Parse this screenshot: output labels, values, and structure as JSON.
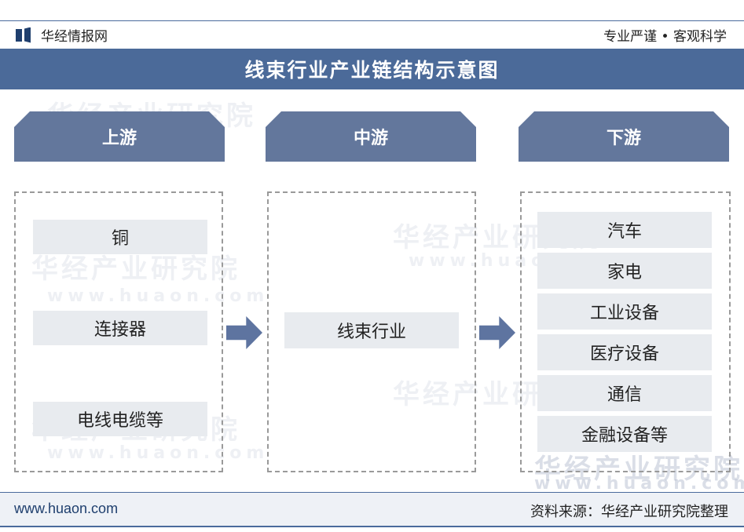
{
  "header": {
    "brand": "华经情报网",
    "slogan": "专业严谨 • 客观科学"
  },
  "title": "线束行业产业链结构示意图",
  "stages": {
    "upstream": {
      "label": "上游",
      "items": [
        "铜",
        "连接器",
        "电线电缆等"
      ]
    },
    "midstream": {
      "label": "中游",
      "items": [
        "线束行业"
      ]
    },
    "downstream": {
      "label": "下游",
      "items": [
        "汽车",
        "家电",
        "工业设备",
        "医疗设备",
        "通信",
        "金融设备等"
      ]
    }
  },
  "watermark": {
    "name": "华经产业研究院",
    "url": "www.huaon.com"
  },
  "footer": {
    "url": "www.huaon.com",
    "source": "资料来源：华经产业研究院整理"
  },
  "colors": {
    "title_bar": "#4b6a99",
    "stage_header": "#63779c",
    "arrow": "#5e74a0",
    "item_bg": "#e8ebef"
  }
}
